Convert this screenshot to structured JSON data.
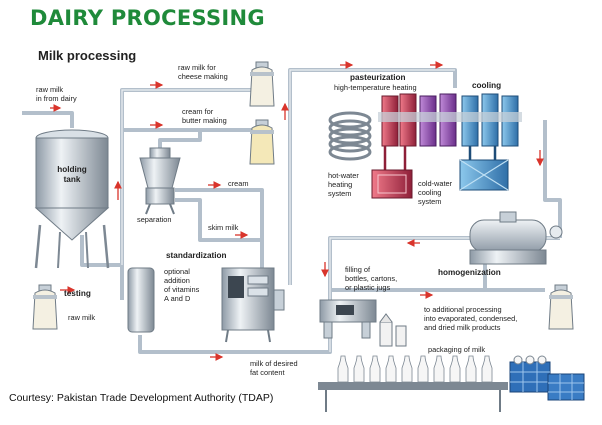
{
  "title": "DAIRY PROCESSING",
  "subtitle": "Milk processing",
  "courtesy": "Courtesy: Pakistan Trade Development Authority (TDAP)",
  "colors": {
    "title_green": "#1f8a3a",
    "pipe": "#bcc7d2",
    "flow_arrow": "#d9342b",
    "hot": "#b8324a",
    "cool": "#2f7fbf",
    "purple": "#7a3f9a"
  },
  "labels": {
    "raw_milk_in": [
      "raw milk",
      "in from dairy"
    ],
    "holding_tank": [
      "holding",
      "tank"
    ],
    "raw_milk_cheese": [
      "raw milk for",
      "cheese making"
    ],
    "cream_butter": [
      "cream for",
      "butter making"
    ],
    "separation": "separation",
    "cream": "cream",
    "skim_milk": "skim milk",
    "standardization": "standardization",
    "vitamins": [
      "optional",
      "addition",
      "of vitamins",
      "A and D"
    ],
    "testing": "testing",
    "raw_milk": "raw milk",
    "milk_desired_fat": [
      "milk of desired",
      "fat content"
    ],
    "pasteurization": "pasteurization",
    "high_temp_heating": "high-temperature heating",
    "cooling": "cooling",
    "hot_water_system": [
      "hot-water",
      "heating",
      "system"
    ],
    "cold_water_system": [
      "cold-water",
      "cooling",
      "system"
    ],
    "homogenization": "homogenization",
    "filling": [
      "filling of",
      "bottles, cartons,",
      "or plastic jugs"
    ],
    "further_processing": [
      "to additional processing",
      "into evaporated, condensed,",
      "and dried milk products"
    ],
    "packaging": "packaging of milk"
  }
}
